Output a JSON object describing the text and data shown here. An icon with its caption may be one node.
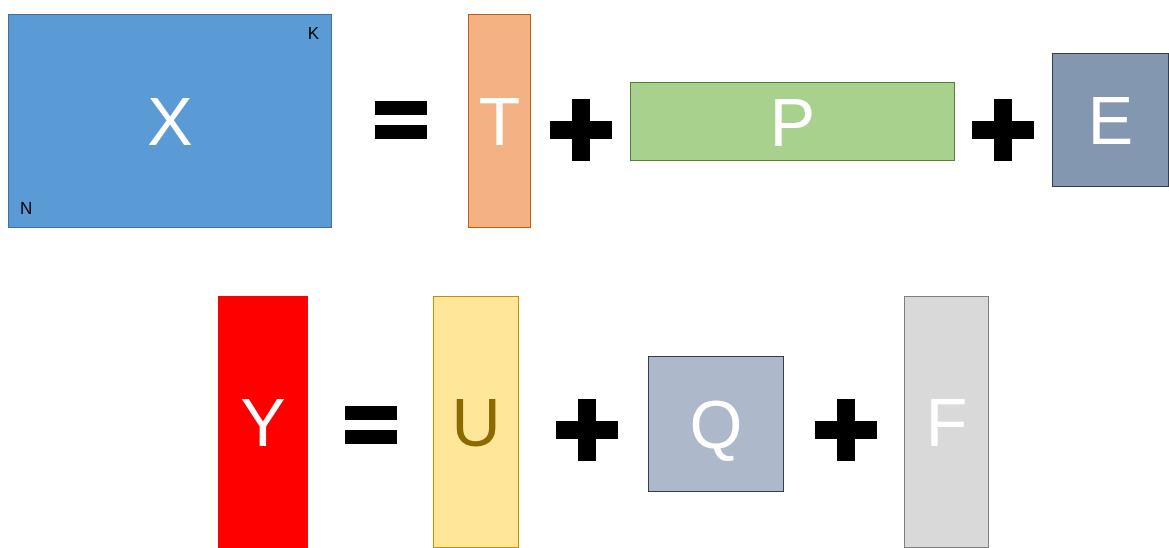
{
  "diagram": {
    "nodes": [
      {
        "text": [
          "K",
          "X",
          "N"
        ]
      },
      {
        "text": [
          "T"
        ]
      },
      {
        "text": [
          "P"
        ]
      },
      {
        "text": [
          "E"
        ]
      },
      {
        "text": [
          "Y"
        ]
      },
      {
        "text": [
          "U"
        ]
      },
      {
        "text": [
          "Q"
        ]
      },
      {
        "text": [
          "F"
        ]
      }
    ]
  }
}
